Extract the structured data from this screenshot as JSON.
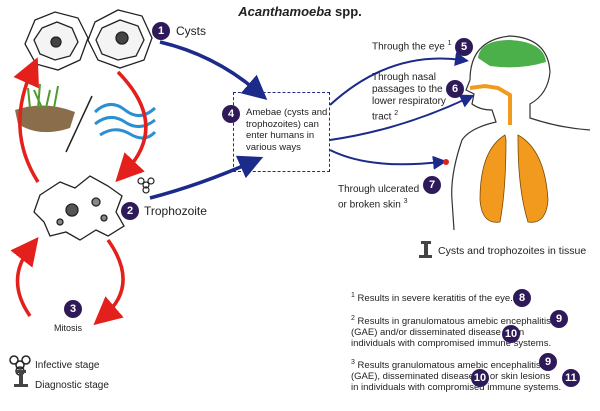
{
  "title": {
    "genus": "Acanthamoeba",
    "suffix": "spp."
  },
  "steps": {
    "s1": {
      "num": "1",
      "label": "Cysts"
    },
    "s2": {
      "num": "2",
      "label": "Trophozoite"
    },
    "s3": {
      "num": "3",
      "label": "Mitosis"
    },
    "s4": {
      "num": "4",
      "label": "Amebae (cysts and trophozoites) can enter humans in various ways"
    },
    "s5": {
      "num": "5",
      "label": "Through the eye",
      "sup": "1"
    },
    "s6": {
      "num": "6",
      "label": "Through nasal passages to the lower respiratory tract",
      "sup": "2"
    },
    "s7": {
      "num": "7",
      "label": "Through ulcerated or broken skin",
      "sup": "3"
    }
  },
  "tissue_label": "Cysts and trophozoites in tissue",
  "notes": {
    "n1": {
      "sup": "1",
      "text": "Results in severe keratitis of the eye.",
      "badge": "8"
    },
    "n2": {
      "sup": "2",
      "text_a": "Results in granulomatous amebic encephalitis",
      "text_b": "(GAE) and/or disseminated disease",
      "text_c": "in",
      "text_d": "individuals with compromised immune systems.",
      "badge_a": "9",
      "badge_b": "10"
    },
    "n3": {
      "sup": "3",
      "text_a": "Results granulomatous amebic encephalitis",
      "text_b": "(GAE), disseminated disease",
      "text_c": "or skin lesions",
      "text_d": "in individuals with compromised immune systems.",
      "badge_a": "9",
      "badge_b": "10",
      "badge_c": "11"
    }
  },
  "legend": {
    "infective": "Infective stage",
    "diagnostic": "Diagnostic stage"
  },
  "colors": {
    "badge": "#2f1a59",
    "red_arrow": "#e3201b",
    "blue_arrow": "#1c2a8a",
    "lung": "#f29a1e",
    "nose": "#5cb85c"
  }
}
